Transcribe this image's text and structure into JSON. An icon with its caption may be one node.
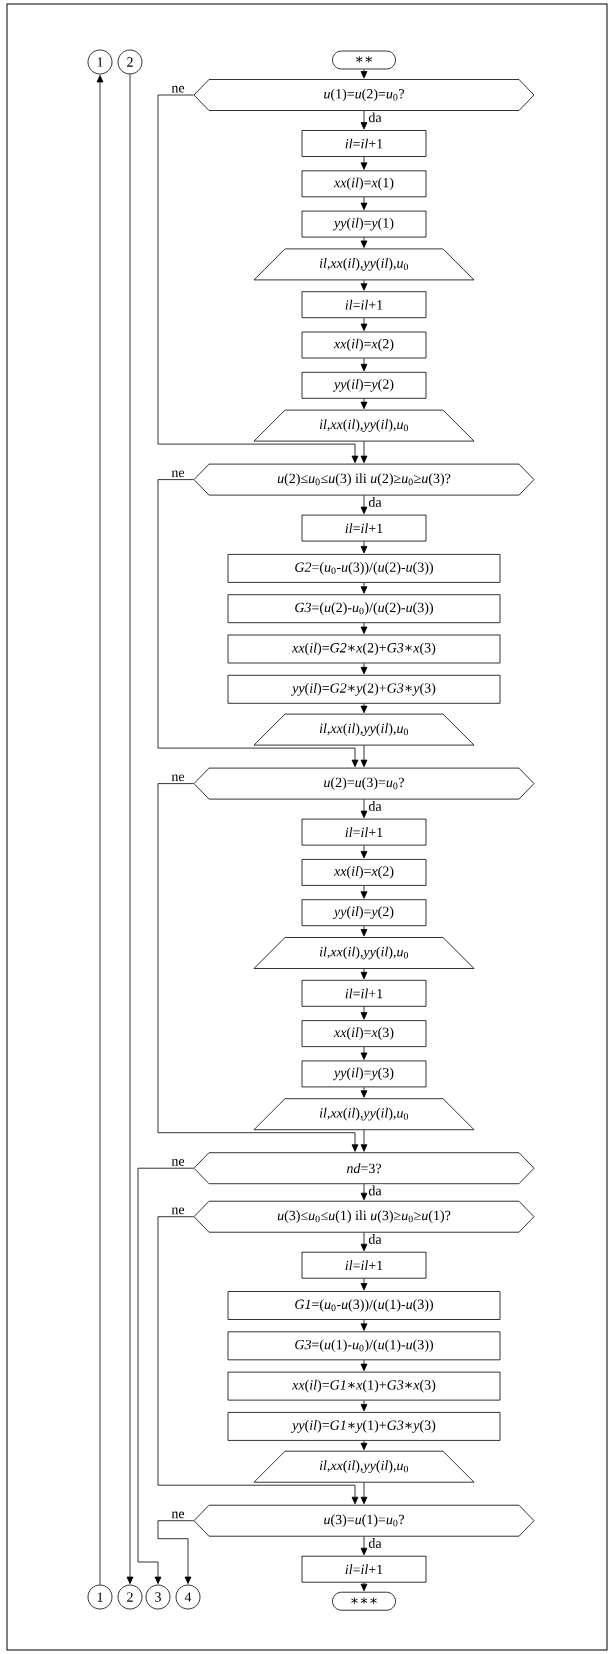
{
  "diagram": {
    "nodes": [
      {
        "text": [
          "1"
        ]
      },
      {
        "text": [
          "2"
        ]
      },
      {
        "text": [
          "∗∗"
        ]
      },
      {
        "text": [
          "*u*(1)=*u*(2)=*u*$_{0}$?"
        ]
      },
      {
        "text": [
          "*il*=*il*+1"
        ]
      },
      {
        "text": [
          "*xx*(*il*)=*x*(1)"
        ]
      },
      {
        "text": [
          "*yy*(*il*)=*y*(1)"
        ]
      },
      {
        "text": [
          "*il*,*xx*(*il*),*yy*(*il*),*u*$_{0}$"
        ]
      },
      {
        "text": [
          "*il*=*il*+1"
        ]
      },
      {
        "text": [
          "*xx*(*il*)=*x*(2)"
        ]
      },
      {
        "text": [
          "*yy*(*il*)=*y*(2)"
        ]
      },
      {
        "text": [
          "*il*,*xx*(*il*),*yy*(*il*),*u*$_{0}$"
        ]
      },
      {
        "text": [
          "*u*(2)≤*u*$_{0}$≤*u*(3) ili *u*(2)≥*u*$_{0}$≥*u*(3)?"
        ]
      },
      {
        "text": [
          "*il*=*il*+1"
        ]
      },
      {
        "text": [
          "*G2*=(*u*$_{0}$-*u*(3))/(*u*(2)-*u*(3))"
        ]
      },
      {
        "text": [
          "*G3*=(*u*(2)-*u*$_{0}$)/(*u*(2)-*u*(3))"
        ]
      },
      {
        "text": [
          "*xx*(*il*)=*G2*∗*x*(2)+*G3*∗*x*(3)"
        ]
      },
      {
        "text": [
          "*yy*(*il*)=*G2*∗*y*(2)+*G3*∗*y*(3)"
        ]
      },
      {
        "text": [
          "*il*,*xx*(*il*),*yy*(*il*),*u*$_{0}$"
        ]
      },
      {
        "text": [
          "*u*(2)=*u*(3)=*u*$_{0}$?"
        ]
      },
      {
        "text": [
          "*il*=*il*+1"
        ]
      },
      {
        "text": [
          "*xx*(*il*)=*x*(2)"
        ]
      },
      {
        "text": [
          "*yy*(*il*)=*y*(2)"
        ]
      },
      {
        "text": [
          "*il*,*xx*(*il*),*yy*(*il*),*u*$_{0}$"
        ]
      },
      {
        "text": [
          "*il*=*il*+1"
        ]
      },
      {
        "text": [
          "*xx*(*il*)=*x*(3)"
        ]
      },
      {
        "text": [
          "*yy*(*il*)=*y*(3)"
        ]
      },
      {
        "text": [
          "*il*,*xx*(*il*),*yy*(*il*),*u*$_{0}$"
        ]
      },
      {
        "text": [
          "*nd*=3?"
        ]
      },
      {
        "text": [
          "*u*(3)≤*u*$_{0}$≤*u*(1) ili *u*(3)≥*u*$_{0}$≥*u*(1)?"
        ]
      },
      {
        "text": [
          "*il*=*il*+1"
        ]
      },
      {
        "text": [
          "*G1*=(*u*$_{0}$-*u*(3))/(*u*(1)-*u*(3))"
        ]
      },
      {
        "text": [
          "*G3*=(*u*(1)-*u*$_{0}$)/(*u*(1)-*u*(3))"
        ]
      },
      {
        "text": [
          "*xx*(*il*)=*G1*∗*x*(1)+*G3*∗*x*(3)"
        ]
      },
      {
        "text": [
          "*yy*(*il*)=*G1*∗*y*(1)+*G3*∗*y*(3)"
        ]
      },
      {
        "text": [
          "*il*,*xx*(*il*),*yy*(*il*),*u*$_{0}$"
        ]
      },
      {
        "text": [
          "*u*(3)=*u*(1)=*u*$_{0}$?"
        ]
      },
      {
        "text": [
          "*il*=*il*+1"
        ]
      },
      {
        "text": [
          "∗∗∗"
        ]
      },
      {
        "text": [
          "1"
        ]
      },
      {
        "text": [
          "2"
        ]
      },
      {
        "text": [
          "3"
        ]
      },
      {
        "text": [
          "4"
        ]
      }
    ],
    "edges": [
      {
        "from": 2,
        "to": 3,
        "arrow": "to"
      },
      {
        "from": 3,
        "to": 4,
        "arrow": "to",
        "label": "da"
      },
      {
        "from": 4,
        "to": 5,
        "arrow": "to"
      },
      {
        "from": 5,
        "to": 6,
        "arrow": "to"
      },
      {
        "from": 6,
        "to": 7,
        "arrow": "to"
      },
      {
        "from": 7,
        "to": 8,
        "arrow": "to"
      },
      {
        "from": 8,
        "to": 9,
        "arrow": "to"
      },
      {
        "from": 9,
        "to": 10,
        "arrow": "to"
      },
      {
        "from": 10,
        "to": 11,
        "arrow": "to"
      },
      {
        "from": 11,
        "to": 12,
        "arrow": "to"
      },
      {
        "from": 3,
        "to": 12,
        "arrow": "to",
        "label": "ne"
      },
      {
        "from": 12,
        "to": 13,
        "arrow": "to",
        "label": "da"
      },
      {
        "from": 13,
        "to": 14,
        "arrow": "to"
      },
      {
        "from": 14,
        "to": 15,
        "arrow": "to"
      },
      {
        "from": 15,
        "to": 16,
        "arrow": "to"
      },
      {
        "from": 16,
        "to": 17,
        "arrow": "to"
      },
      {
        "from": 17,
        "to": 18,
        "arrow": "to"
      },
      {
        "from": 18,
        "to": 19,
        "arrow": "to"
      },
      {
        "from": 12,
        "to": 19,
        "arrow": "to",
        "label": "ne"
      },
      {
        "from": 19,
        "to": 20,
        "arrow": "to",
        "label": "da"
      },
      {
        "from": 20,
        "to": 21,
        "arrow": "to"
      },
      {
        "from": 21,
        "to": 22,
        "arrow": "to"
      },
      {
        "from": 22,
        "to": 23,
        "arrow": "to"
      },
      {
        "from": 23,
        "to": 24,
        "arrow": "to"
      },
      {
        "from": 24,
        "to": 25,
        "arrow": "to"
      },
      {
        "from": 25,
        "to": 26,
        "arrow": "to"
      },
      {
        "from": 26,
        "to": 27,
        "arrow": "to"
      },
      {
        "from": 27,
        "to": 28,
        "arrow": "to"
      },
      {
        "from": 19,
        "to": 28,
        "arrow": "to",
        "label": "ne"
      },
      {
        "from": 28,
        "to": 29,
        "arrow": "to",
        "label": "da"
      },
      {
        "from": 28,
        "to": 41,
        "arrow": "to",
        "label": "ne"
      },
      {
        "from": 29,
        "to": 30,
        "arrow": "to",
        "label": "da"
      },
      {
        "from": 30,
        "to": 31,
        "arrow": "to"
      },
      {
        "from": 31,
        "to": 32,
        "arrow": "to"
      },
      {
        "from": 32,
        "to": 33,
        "arrow": "to"
      },
      {
        "from": 33,
        "to": 34,
        "arrow": "to"
      },
      {
        "from": 34,
        "to": 35,
        "arrow": "to"
      },
      {
        "from": 35,
        "to": 36,
        "arrow": "to"
      },
      {
        "from": 29,
        "to": 36,
        "arrow": "to",
        "label": "ne"
      },
      {
        "from": 36,
        "to": 37,
        "arrow": "to",
        "label": "da"
      },
      {
        "from": 36,
        "to": 42,
        "arrow": "to",
        "label": "ne"
      },
      {
        "from": 37,
        "to": 38,
        "arrow": "to"
      },
      {
        "from": 39,
        "to": 0,
        "arrow": "to"
      },
      {
        "from": 1,
        "to": 40,
        "arrow": "to"
      }
    ]
  }
}
